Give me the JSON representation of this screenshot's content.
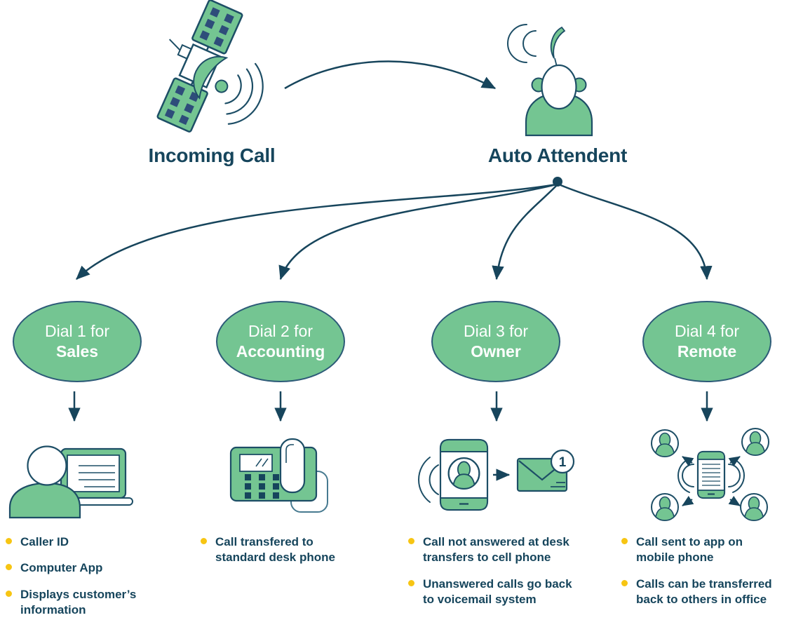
{
  "colors": {
    "green": "#74c592",
    "navy_text": "#16455c",
    "outline_navy": "#1d4e66",
    "panel_square_blue": "#2e4d7a",
    "bullet_yellow": "#f7c513",
    "white": "#ffffff",
    "ellipse_border": "#2d5b78"
  },
  "sources": {
    "incoming_call": {
      "label": "Incoming Call",
      "icon": "satellite-icon"
    },
    "auto_attendant": {
      "label": "Auto Attendent",
      "icon": "call-agent-headset-icon"
    }
  },
  "branches": [
    {
      "option_line1": "Dial 1 for",
      "option_line2": "Sales",
      "icon": "person-at-computer-icon",
      "bullets": [
        "Caller ID",
        "Computer App",
        "Displays customer’s information"
      ]
    },
    {
      "option_line1": "Dial 2 for",
      "option_line2": "Accounting",
      "icon": "desk-phone-icon",
      "bullets": [
        "Call transfered to standard desk phone"
      ]
    },
    {
      "option_line1": "Dial 3 for",
      "option_line2": "Owner",
      "icon": "cell-phone-to-voicemail-icon",
      "bullets": [
        "Call not answered at desk transfers to cell phone",
        "Unanswered calls go back to voicemail system"
      ]
    },
    {
      "option_line1": "Dial 4 for",
      "option_line2": "Remote",
      "icon": "phone-broadcast-to-team-icon",
      "bullets": [
        "Call sent to app on mobile phone",
        "Calls can be transferred back to others in office"
      ]
    }
  ],
  "voicemail": {
    "badge_count": "1"
  }
}
